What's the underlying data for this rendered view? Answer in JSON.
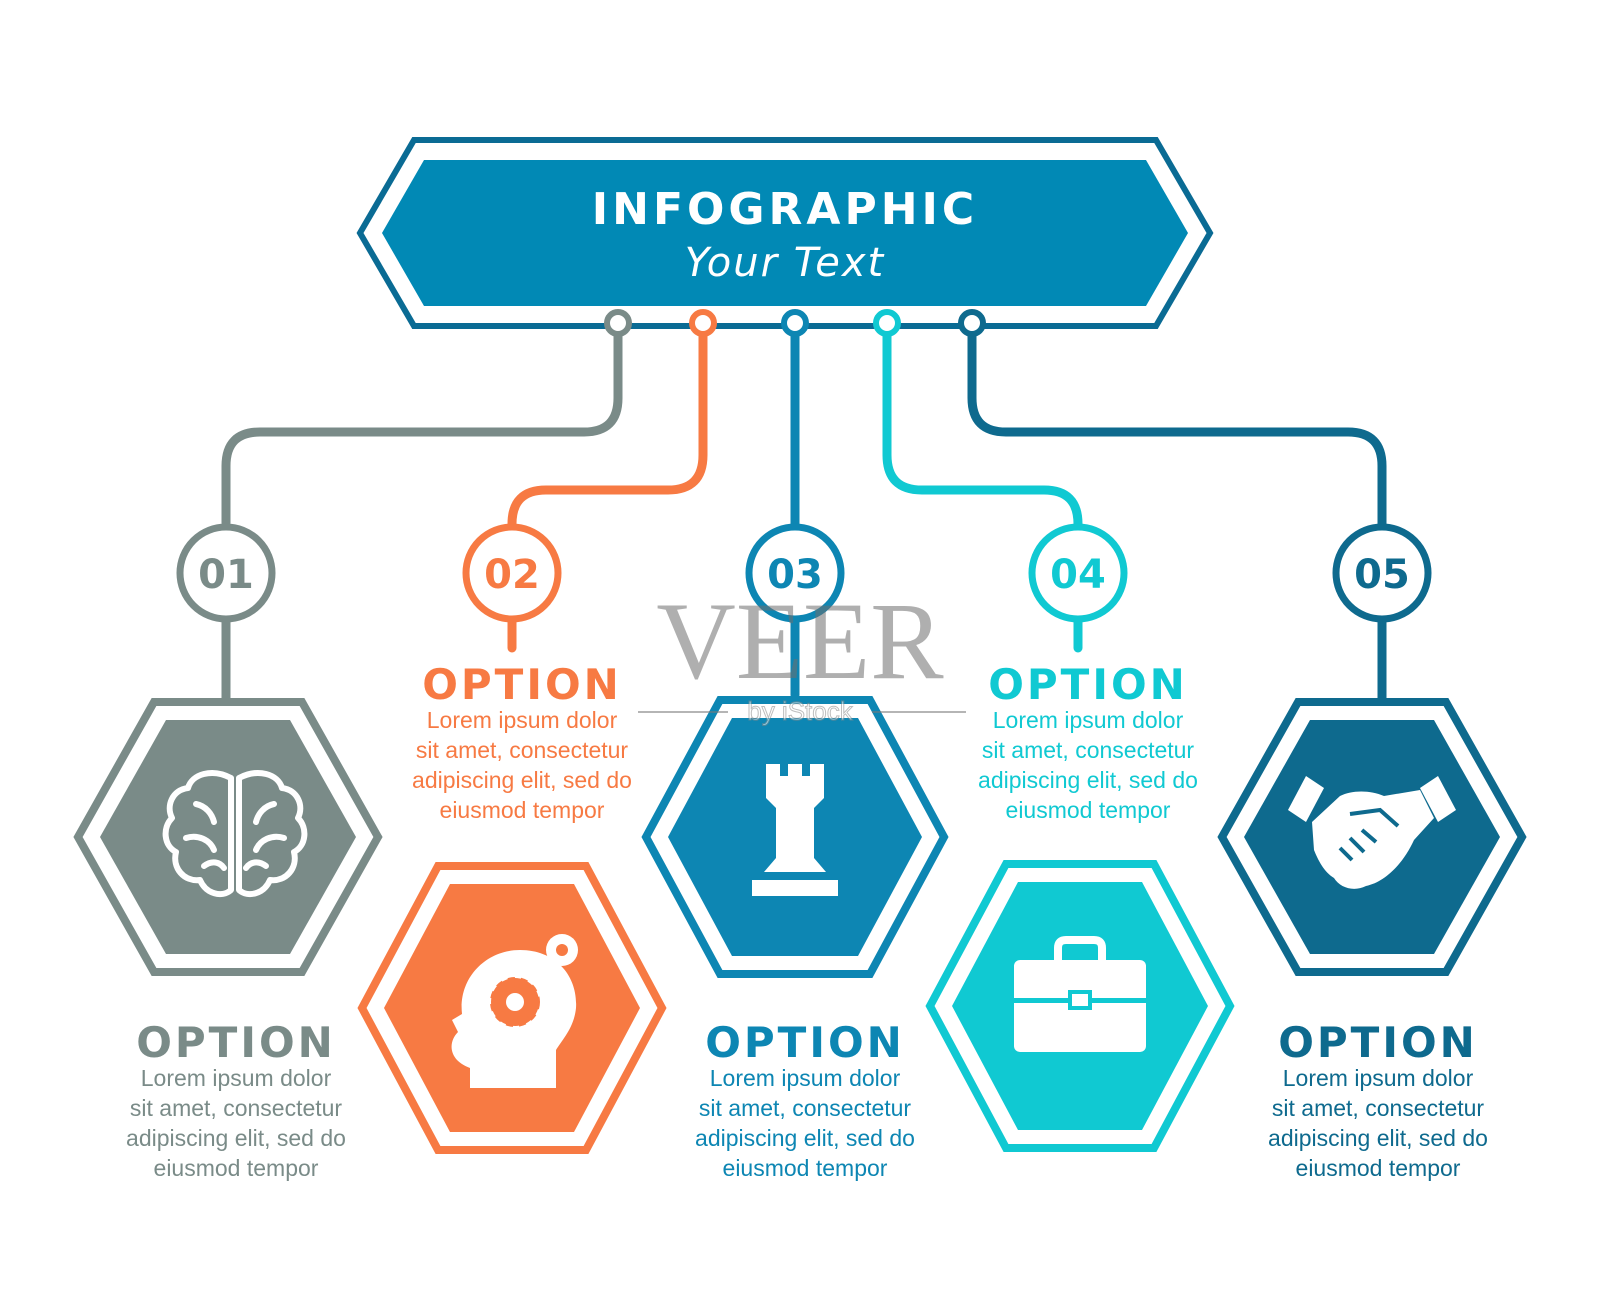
{
  "header": {
    "title": "INFOGRAPHIC",
    "subtitle": "Your Text"
  },
  "colors": {
    "header": "#0189b5",
    "header_border": "#0a6b94",
    "gray": "#7a8b88",
    "orange": "#f77a43",
    "blue": "#0d86b3",
    "cyan": "#10c9d2",
    "navy": "#0e6a8e"
  },
  "steps": [
    {
      "number": "01",
      "title": "OPTION",
      "lines": [
        "Lorem ipsum dolor",
        "sit amet, consectetur",
        "adipiscing elit, sed do",
        "eiusmod tempor"
      ],
      "icon": "brain-icon"
    },
    {
      "number": "02",
      "title": "OPTION",
      "lines": [
        "Lorem ipsum dolor",
        "sit amet, consectetur",
        "adipiscing elit, sed do",
        "eiusmod tempor"
      ],
      "icon": "head-gears-icon"
    },
    {
      "number": "03",
      "title": "OPTION",
      "lines": [
        "Lorem ipsum dolor",
        "sit amet, consectetur",
        "adipiscing elit, sed do",
        "eiusmod tempor"
      ],
      "icon": "chess-rook-icon"
    },
    {
      "number": "04",
      "title": "OPTION",
      "lines": [
        "Lorem ipsum dolor",
        "sit amet, consectetur",
        "adipiscing elit, sed do",
        "eiusmod tempor"
      ],
      "icon": "briefcase-icon"
    },
    {
      "number": "05",
      "title": "OPTION",
      "lines": [
        "Lorem ipsum dolor",
        "sit amet, consectetur",
        "adipiscing elit, sed do",
        "eiusmod tempor"
      ],
      "icon": "handshake-icon"
    }
  ],
  "watermark": {
    "main": "VEER",
    "sub": "by iStock"
  }
}
